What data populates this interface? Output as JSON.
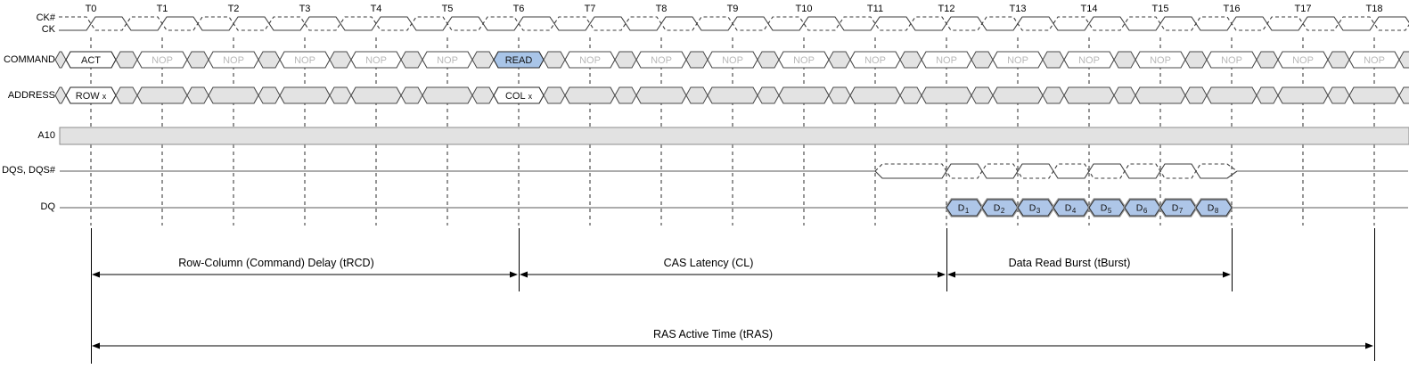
{
  "diagram": {
    "ticks": [
      "T0",
      "T1",
      "T2",
      "T3",
      "T4",
      "T5",
      "T6",
      "T7",
      "T8",
      "T9",
      "T10",
      "T11",
      "T12",
      "T13",
      "T14",
      "T15",
      "T16",
      "T17",
      "T18"
    ],
    "row_labels": {
      "clock_top": "CK#",
      "clock_bottom": "CK",
      "command": "COMMAND",
      "address": "ADDRESS",
      "a10": "A10",
      "dqs": "DQS, DQS#",
      "dq": "DQ"
    },
    "command_cells": [
      {
        "tick": 0,
        "text": "ACT",
        "kind": "cmd"
      },
      {
        "tick": 1,
        "text": "NOP",
        "kind": "nop"
      },
      {
        "tick": 2,
        "text": "NOP",
        "kind": "nop"
      },
      {
        "tick": 3,
        "text": "NOP",
        "kind": "nop"
      },
      {
        "tick": 4,
        "text": "NOP",
        "kind": "nop"
      },
      {
        "tick": 5,
        "text": "NOP",
        "kind": "nop"
      },
      {
        "tick": 6,
        "text": "READ",
        "kind": "read"
      },
      {
        "tick": 7,
        "text": "NOP",
        "kind": "nop"
      },
      {
        "tick": 8,
        "text": "NOP",
        "kind": "nop"
      },
      {
        "tick": 9,
        "text": "NOP",
        "kind": "nop"
      },
      {
        "tick": 10,
        "text": "NOP",
        "kind": "nop"
      },
      {
        "tick": 11,
        "text": "NOP",
        "kind": "nop"
      },
      {
        "tick": 12,
        "text": "NOP",
        "kind": "nop"
      },
      {
        "tick": 13,
        "text": "NOP",
        "kind": "nop"
      },
      {
        "tick": 14,
        "text": "NOP",
        "kind": "nop"
      },
      {
        "tick": 15,
        "text": "NOP",
        "kind": "nop"
      },
      {
        "tick": 16,
        "text": "NOP",
        "kind": "nop"
      },
      {
        "tick": 17,
        "text": "NOP",
        "kind": "nop"
      },
      {
        "tick": 18,
        "text": "NOP",
        "kind": "nop"
      }
    ],
    "address_cells": [
      {
        "tick": 0,
        "text": "ROW",
        "suffix": "x"
      },
      {
        "tick": 6,
        "text": "COL",
        "suffix": "x"
      }
    ],
    "dq_burst": [
      {
        "base": "D",
        "sub": "1"
      },
      {
        "base": "D",
        "sub": "2"
      },
      {
        "base": "D",
        "sub": "3"
      },
      {
        "base": "D",
        "sub": "4"
      },
      {
        "base": "D",
        "sub": "5"
      },
      {
        "base": "D",
        "sub": "6"
      },
      {
        "base": "D",
        "sub": "7"
      },
      {
        "base": "D",
        "sub": "8"
      }
    ],
    "annotations": [
      {
        "id": "trcd",
        "label": "Row-Column (Command) Delay (tRCD)",
        "from_tick": 0,
        "to_tick": 6
      },
      {
        "id": "cl",
        "label": "CAS Latency (CL)",
        "from_tick": 6,
        "to_tick": 12
      },
      {
        "id": "tburst",
        "label": "Data Read Burst (tBurst)",
        "from_tick": 12,
        "to_tick": 16
      },
      {
        "id": "tras",
        "label": "RAS Active Time (tRAS)",
        "from_tick": 0,
        "to_tick": 18
      }
    ],
    "colors": {
      "read_fill": "#a9c5e8",
      "data_fill": "#aec6e8",
      "bus_gray_fill": "#e3e3e3",
      "a10_fill": "#e2e2e2",
      "nop_text": "#b8b8b8",
      "wave_line": "#3d3d3d",
      "idle_line": "#7a7a7a",
      "bus_stroke": "#4a4a4a",
      "active_stroke": "#262626",
      "annotation": "#000000"
    }
  }
}
